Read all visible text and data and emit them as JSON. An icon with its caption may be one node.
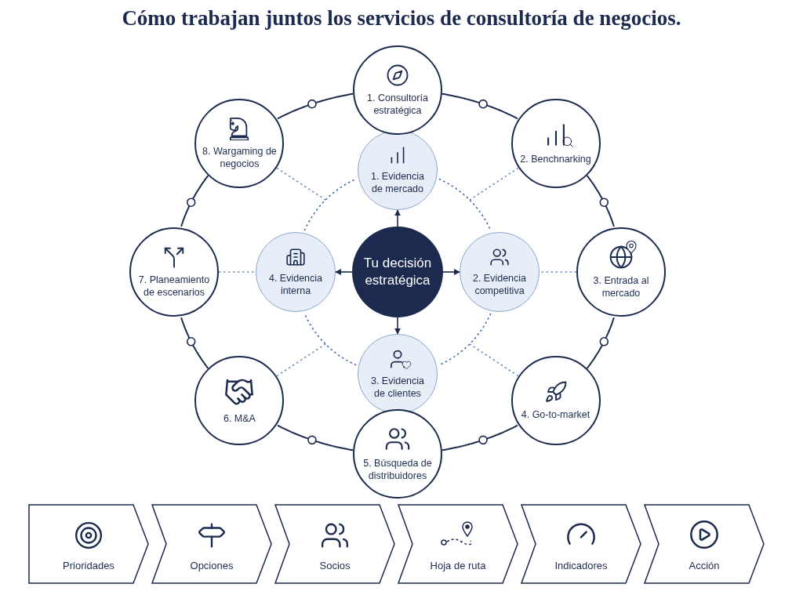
{
  "diagram": {
    "title": "Cómo trabajan juntos los servicios de consultoría de negocios.",
    "nodes": [
      {
        "text": [
          "Tu decisión estratégica"
        ]
      },
      {
        "text": [
          "1. Evidencia de mercado"
        ]
      },
      {
        "text": [
          "2. Evidencia competitiva"
        ]
      },
      {
        "text": [
          "3. Evidencia de clientes"
        ]
      },
      {
        "text": [
          "4. Evidencia interna"
        ]
      },
      {
        "text": [
          "1. Consultoría estratégica"
        ]
      },
      {
        "text": [
          "2. Benchnarking"
        ]
      },
      {
        "text": [
          "3. Entrada al mercado"
        ]
      },
      {
        "text": [
          "4. Go-to-market"
        ]
      },
      {
        "text": [
          "5. Búsqueda de distribuidores"
        ]
      },
      {
        "text": [
          "6. M&A"
        ]
      },
      {
        "text": [
          "7. Planeamiento de escenarios"
        ]
      },
      {
        "text": [
          "8. Wargaming de negocios"
        ]
      },
      {
        "text": [
          "Prioridades"
        ]
      },
      {
        "text": [
          "Opciones"
        ]
      },
      {
        "text": [
          "Socios"
        ]
      },
      {
        "text": [
          "Hoja de ruta"
        ]
      },
      {
        "text": [
          "Indicadores"
        ]
      },
      {
        "text": [
          "Acción"
        ]
      }
    ],
    "edges": [
      {
        "from": 0,
        "to": 1,
        "arrow": "to"
      },
      {
        "from": 0,
        "to": 2,
        "arrow": "to"
      },
      {
        "from": 0,
        "to": 3,
        "arrow": "to"
      },
      {
        "from": 0,
        "to": 4,
        "arrow": "to"
      },
      {
        "from": 5,
        "to": 6,
        "arrow": "none"
      },
      {
        "from": 6,
        "to": 7,
        "arrow": "none"
      },
      {
        "from": 7,
        "to": 8,
        "arrow": "none"
      },
      {
        "from": 8,
        "to": 9,
        "arrow": "none"
      },
      {
        "from": 9,
        "to": 10,
        "arrow": "none"
      },
      {
        "from": 10,
        "to": 11,
        "arrow": "none"
      },
      {
        "from": 11,
        "to": 12,
        "arrow": "none"
      },
      {
        "from": 12,
        "to": 5,
        "arrow": "none"
      },
      {
        "from": 1,
        "to": 2,
        "arrow": "none",
        "style": "dashed",
        "color": "#3f6aa6"
      },
      {
        "from": 2,
        "to": 3,
        "arrow": "none",
        "style": "dashed",
        "color": "#3f6aa6"
      },
      {
        "from": 3,
        "to": 4,
        "arrow": "none",
        "style": "dashed",
        "color": "#3f6aa6"
      },
      {
        "from": 4,
        "to": 1,
        "arrow": "none",
        "style": "dashed",
        "color": "#3f6aa6"
      },
      {
        "from": 6,
        "to": null,
        "arrow": "none",
        "style": "dashed",
        "color": "#6f8fbf"
      },
      {
        "from": 7,
        "to": 2,
        "arrow": "none",
        "style": "dashed",
        "color": "#6f8fbf"
      },
      {
        "from": 8,
        "to": null,
        "arrow": "none",
        "style": "dashed",
        "color": "#6f8fbf"
      },
      {
        "from": 10,
        "to": null,
        "arrow": "none",
        "style": "dashed",
        "color": "#6f8fbf"
      },
      {
        "from": 11,
        "to": 4,
        "arrow": "none",
        "style": "dashed",
        "color": "#6f8fbf"
      },
      {
        "from": 12,
        "to": null,
        "arrow": "none",
        "style": "dashed",
        "color": "#6f8fbf"
      }
    ]
  }
}
